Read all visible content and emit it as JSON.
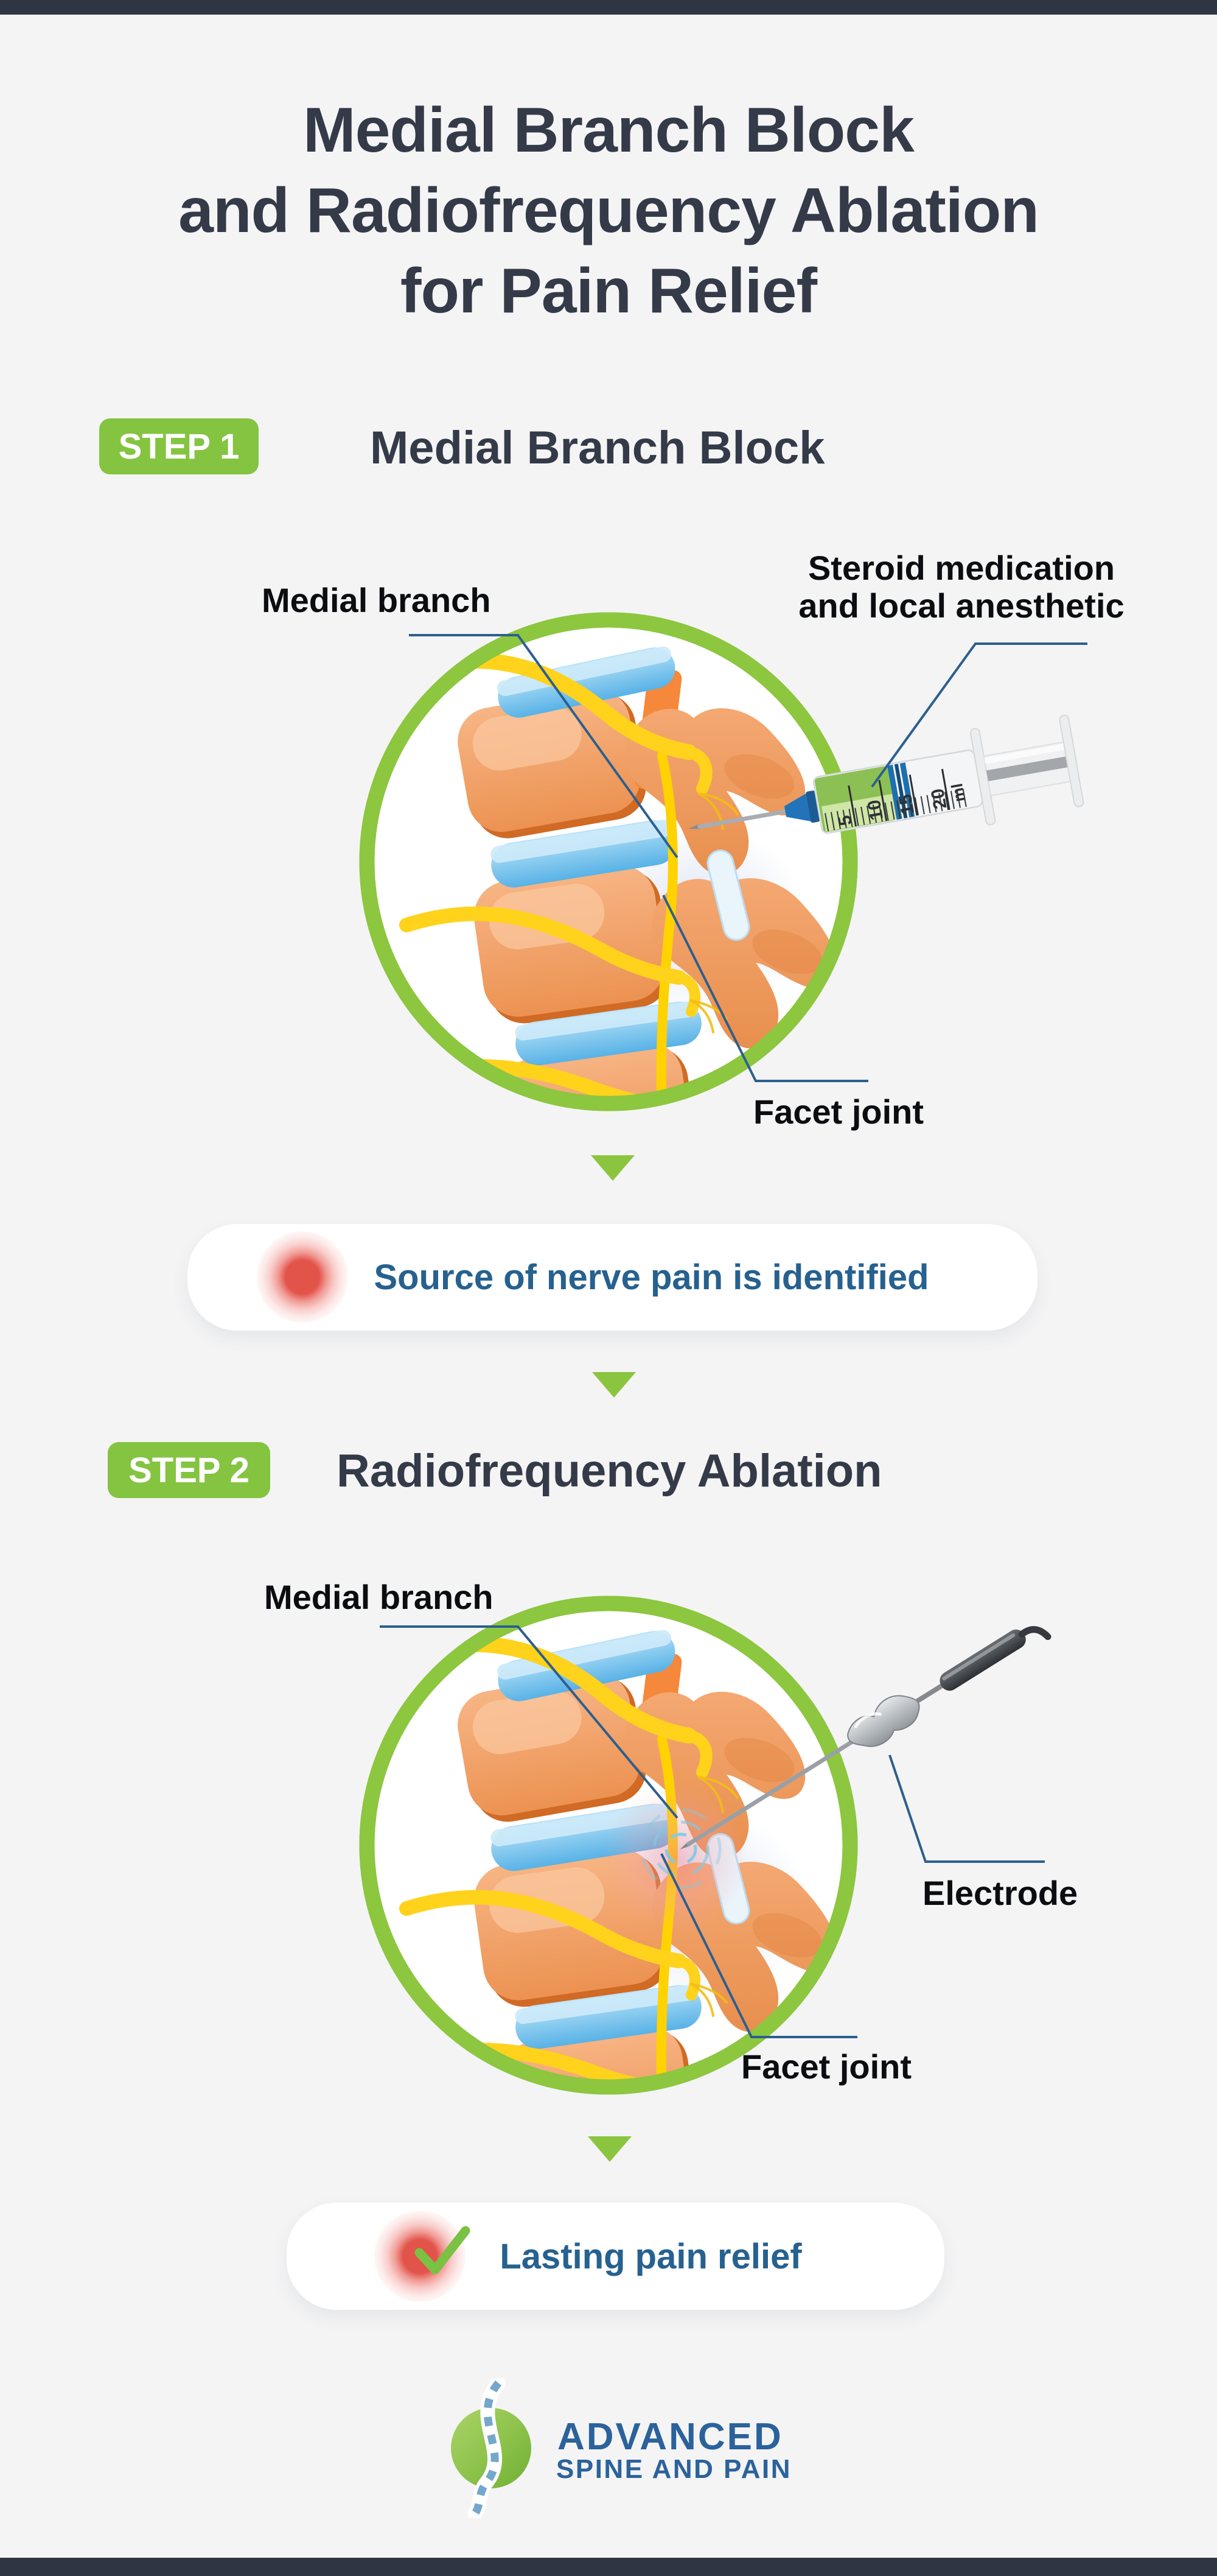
{
  "title": {
    "line1": "Medial Branch Block",
    "line2": "and Radiofrequency Ablation",
    "line3": "for Pain Relief"
  },
  "step1": {
    "badge": "STEP 1",
    "heading": "Medial Branch Block",
    "label_medial_branch": "Medial branch",
    "label_steroid_line1": "Steroid medication",
    "label_steroid_line2": "and local anesthetic",
    "label_facet": "Facet joint",
    "result": "Source of nerve pain is identified"
  },
  "step2": {
    "badge": "STEP 2",
    "heading": "Radiofrequency Ablation",
    "label_medial_branch": "Medial branch",
    "label_electrode": "Electrode",
    "label_facet": "Facet joint",
    "result": "Lasting pain relief"
  },
  "syringe": {
    "marks": [
      "5",
      "10",
      "15",
      "20"
    ],
    "unit": "ml"
  },
  "logo": {
    "name_line1": "ADVANCED",
    "name_line2": "SPINE AND PAIN"
  },
  "colors": {
    "background": "#f4f4f5",
    "top_bottom_bar": "#2e3543",
    "heading_navy": "#343a48",
    "step_green": "#84c441",
    "ring_green": "#8dc63f",
    "arrow_green": "#8bc53f",
    "result_text_blue": "#26618f",
    "leader_line_blue": "#2d5f8e",
    "logo_blue": "#2b629b",
    "pain_red": "#e25349"
  }
}
